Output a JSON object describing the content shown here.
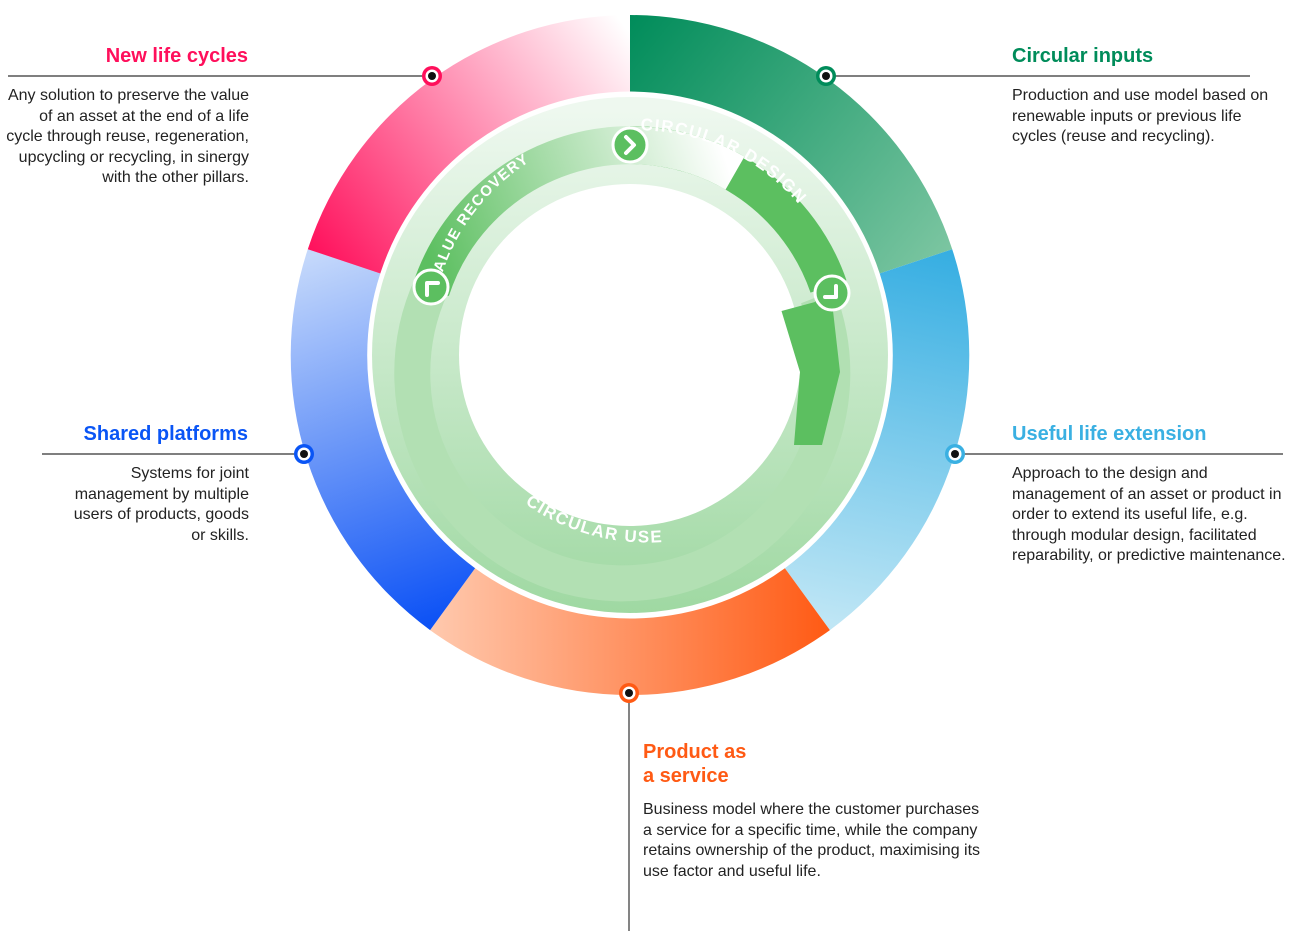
{
  "pillars": {
    "new_life_cycles": {
      "title": "New life cycles",
      "description": "Any solution to preserve the value of an asset at the end of a life cycle through reuse, regeneration, upcycling or recycling, in sinergy with the other pillars.",
      "color": "#ff0f5b"
    },
    "circular_inputs": {
      "title": "Circular inputs",
      "description": "Production and use model based on renewable inputs or previous life cycles (reuse and recycling).",
      "color": "#008c5a"
    },
    "shared_platforms": {
      "title": "Shared platforms",
      "description": "Systems for joint management by multiple users of products, goods or skills.",
      "color": "#0a55f5"
    },
    "useful_life_extension": {
      "title": "Useful life extension",
      "description": "Approach to the design and management of an asset or product in order to extend its useful life, e.g. through modular design, facilitated reparability, or predictive maintenance.",
      "color": "#3ab0e2"
    },
    "product_as_service": {
      "title_line1": "Product as",
      "title_line2": "a service",
      "description": "Business model where the customer purchases a service for a specific time, while the company retains ownership of the product, maximising its use factor and useful life.",
      "color": "#ff5a14"
    }
  },
  "inner_cycle": {
    "circular_design": "CIRCULAR DESIGN",
    "value_recovery": "VALUE RECOVERY",
    "circular_use": "CIRCULAR USE",
    "color": "#5cbf60"
  }
}
